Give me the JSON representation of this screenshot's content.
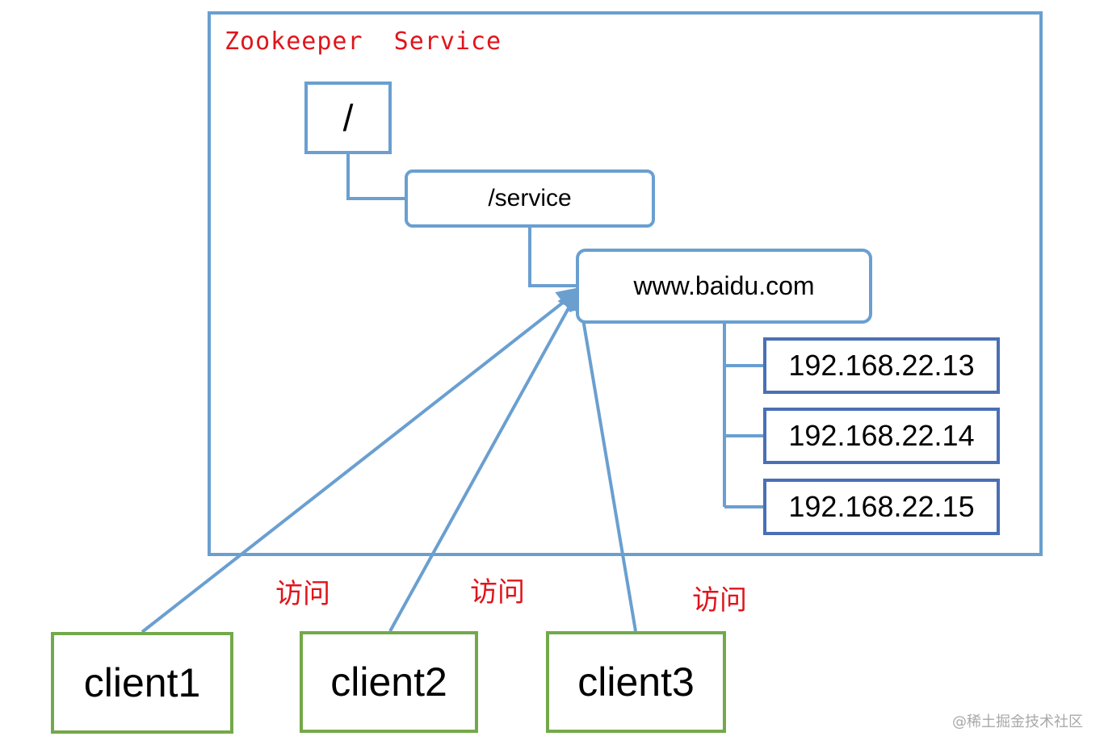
{
  "diagram": {
    "frame_title": "Zookeeper  Service",
    "nodes": {
      "root": "/",
      "service": "/service",
      "baidu": "www.baidu.com",
      "ips": [
        "192.168.22.13",
        "192.168.22.14",
        "192.168.22.15"
      ]
    },
    "clients": [
      "client1",
      "client2",
      "client3"
    ],
    "access_label": "访问",
    "colors": {
      "frame": "#6a9fd0",
      "ip_border": "#4a6fb5",
      "client_border": "#73a94a",
      "red_text": "#e0151b"
    }
  },
  "watermark": "@稀土掘金技术社区"
}
